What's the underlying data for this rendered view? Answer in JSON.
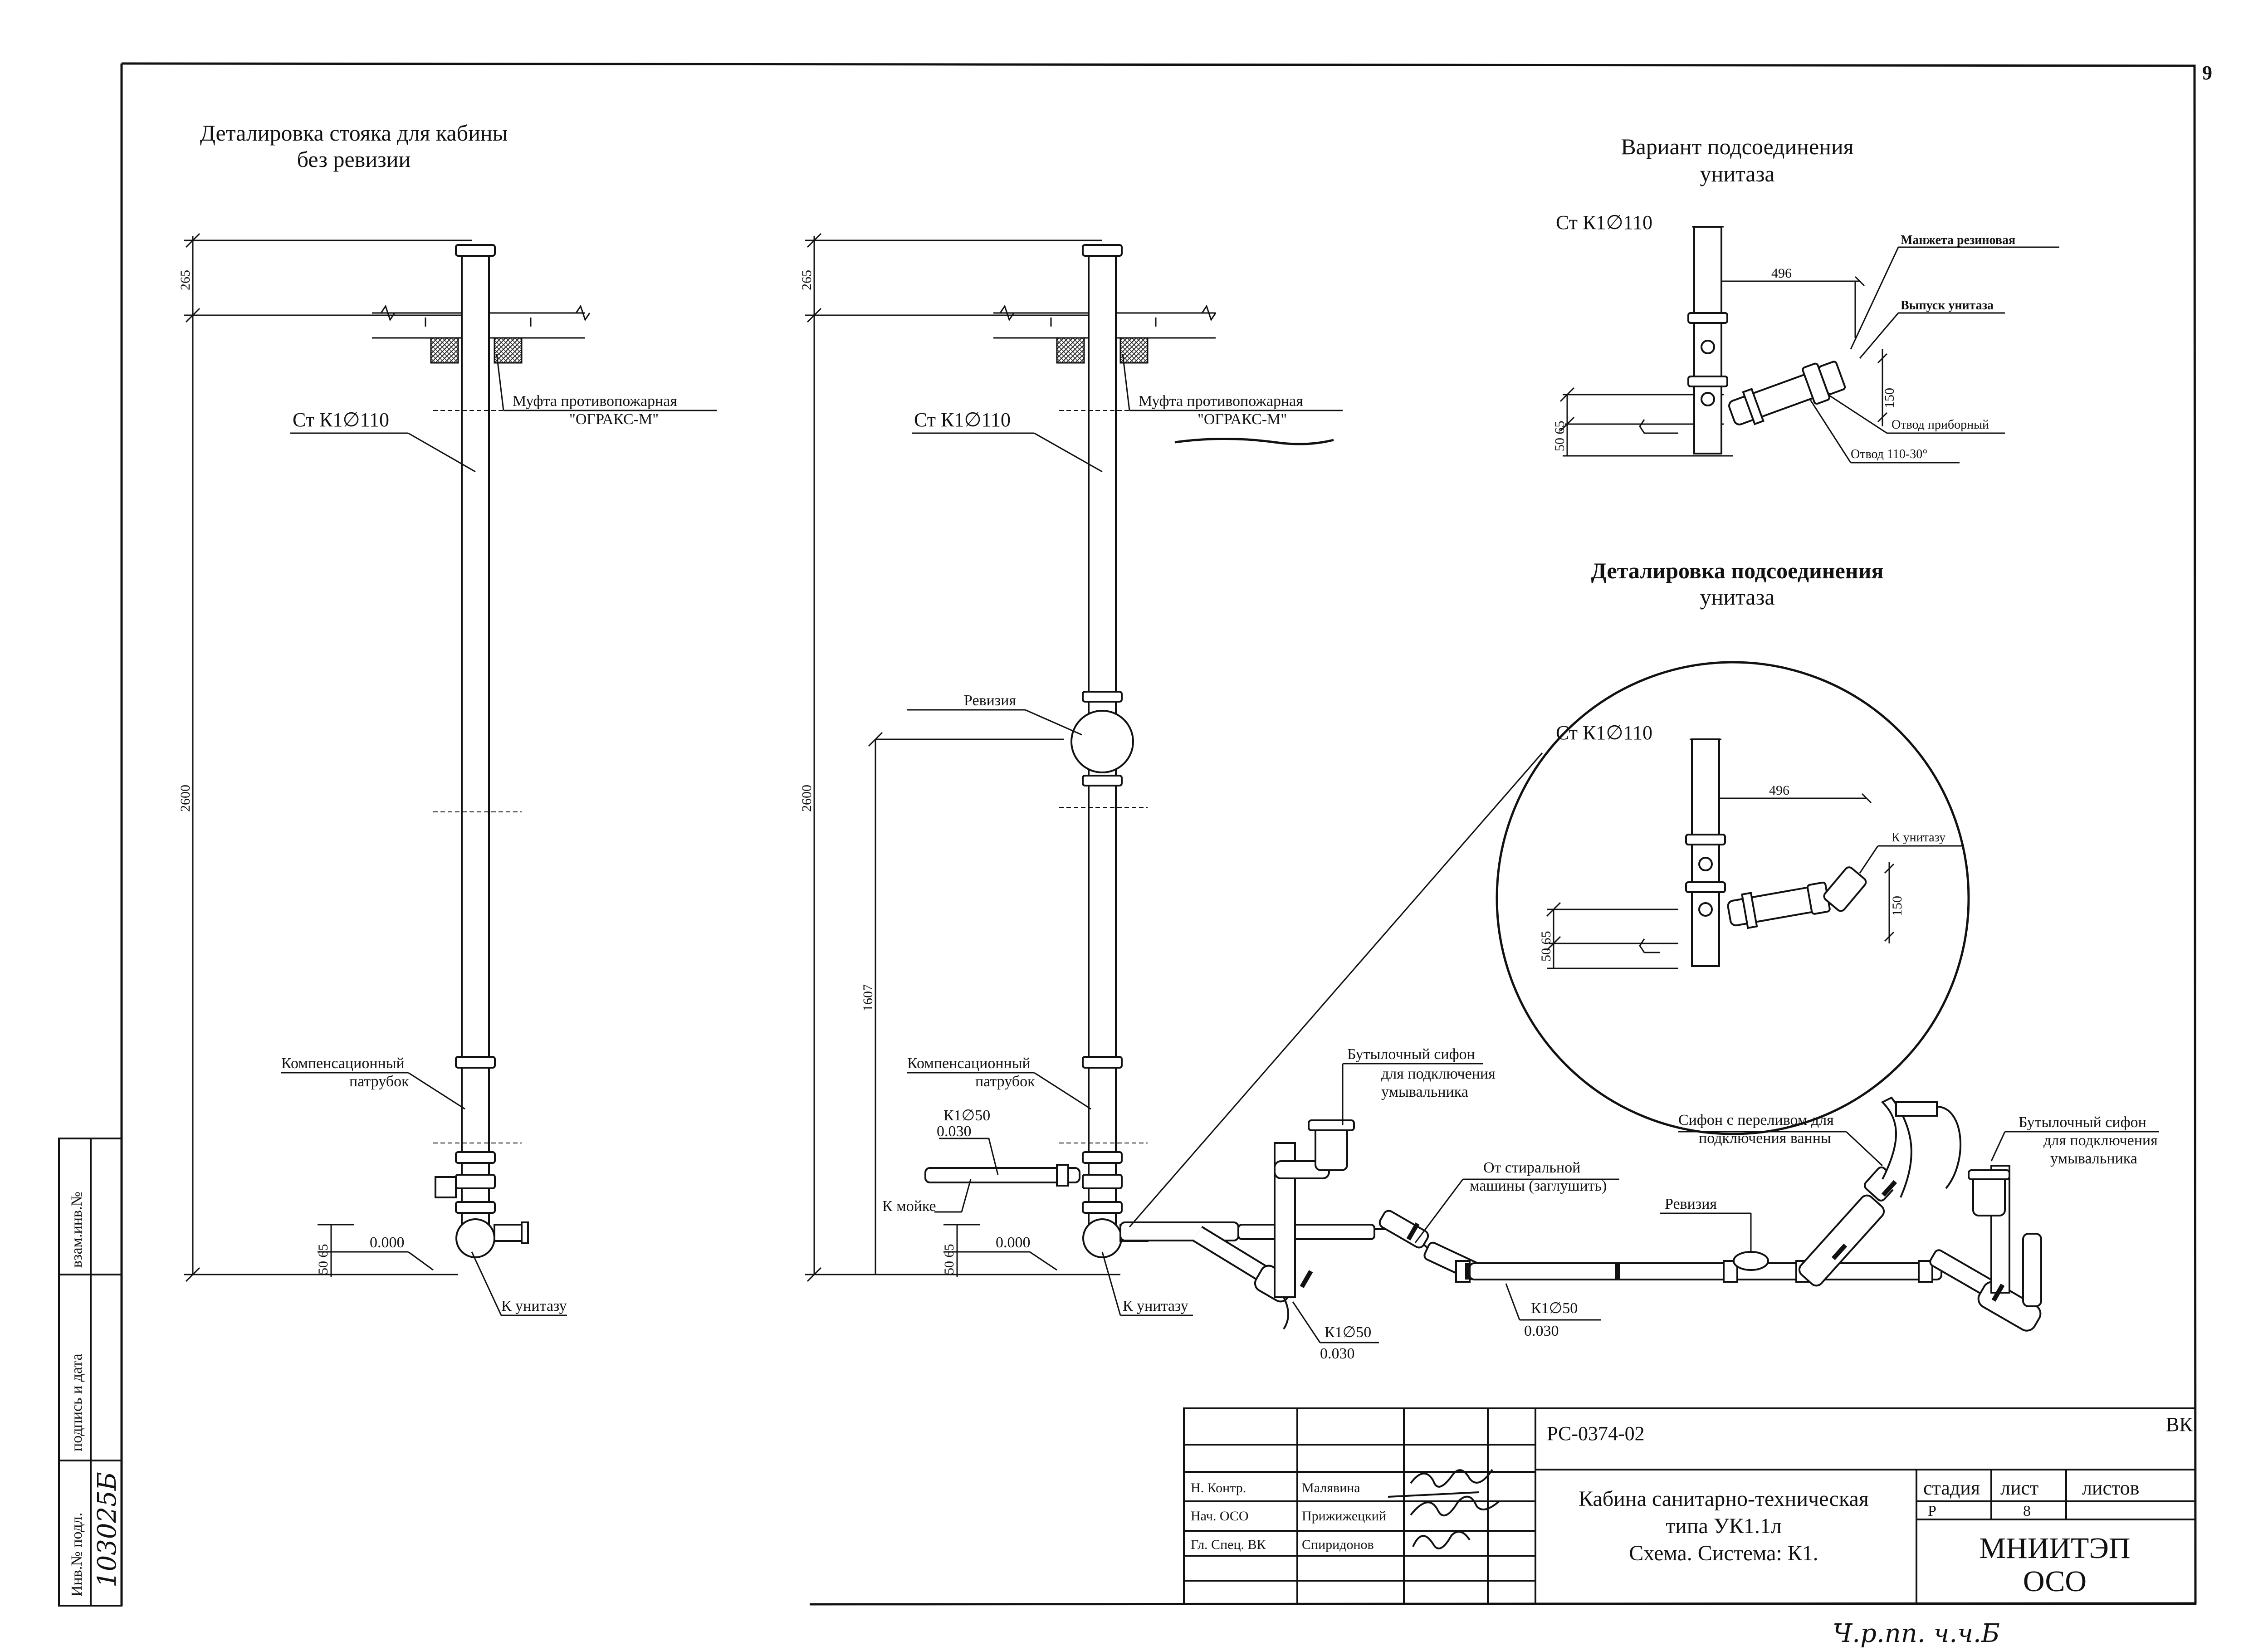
{
  "page_number": "9",
  "details": {
    "left_title": [
      "Деталировка стояка для кабины",
      "без ревизии"
    ],
    "variant_title": [
      "Вариант подсоединения",
      "унитаза"
    ],
    "detail_title": [
      "Деталировка подсоединения",
      "унитаза"
    ]
  },
  "labels": {
    "riser": "Ст К1∅110",
    "fire_coupling": [
      "Муфта противопожарная",
      "\"ОГРАКС-М\""
    ],
    "compensation": [
      "Компенсационный",
      "патрубок"
    ],
    "to_toilet": "К унитазу",
    "revision": "Ревизия",
    "k50": "К1∅50",
    "slope": "0.030",
    "to_sink": "К мойке",
    "bottle_siphon": [
      "Бутылочный сифон",
      "для подключения",
      "умывальника"
    ],
    "washing_machine": [
      "От стиральной",
      "машины (заглушить)"
    ],
    "bath_siphon": [
      "Сифон с переливом для",
      "подключения ванны"
    ],
    "rubber_cuff": "Манжета резиновая",
    "toilet_outlet": "Выпуск унитаза",
    "device_bend": "Отвод приборный",
    "bend_110_30": "Отвод 110-30°",
    "to_toilet_detail": "К унитазу",
    "level": "0.000"
  },
  "dimensions": {
    "d265": "265",
    "d2600": "2600",
    "d1607": "1607",
    "d50_65": "50 65",
    "d496": "496",
    "d150": "150"
  },
  "side_stamp": {
    "inv_no": "Инв.№ подл.",
    "sign_date": "подпись и дата",
    "vzam": "взам.инв.№",
    "handwritten_no": "103025Б"
  },
  "title_block": {
    "doc_code": "РС-0374-02",
    "section": "ВК",
    "rows": [
      {
        "role": "Н. Контр.",
        "name": "Малявина"
      },
      {
        "role": "Нач. ОСО",
        "name": "Прижижецкий"
      },
      {
        "role": "Гл. Спец. ВК",
        "name": "Спиридонов"
      }
    ],
    "description": [
      "Кабина санитарно-техническая",
      "типа УК1.1л",
      "Схема. Система: К1."
    ],
    "stage_label": "стадия",
    "sheet_label": "лист",
    "sheets_label": "листов",
    "stage": "Р",
    "sheet": "8",
    "org": [
      "МНИИТЭП",
      "ОСО"
    ],
    "handwritten_note": "Ч.р.пп. ч.ч.Б"
  }
}
